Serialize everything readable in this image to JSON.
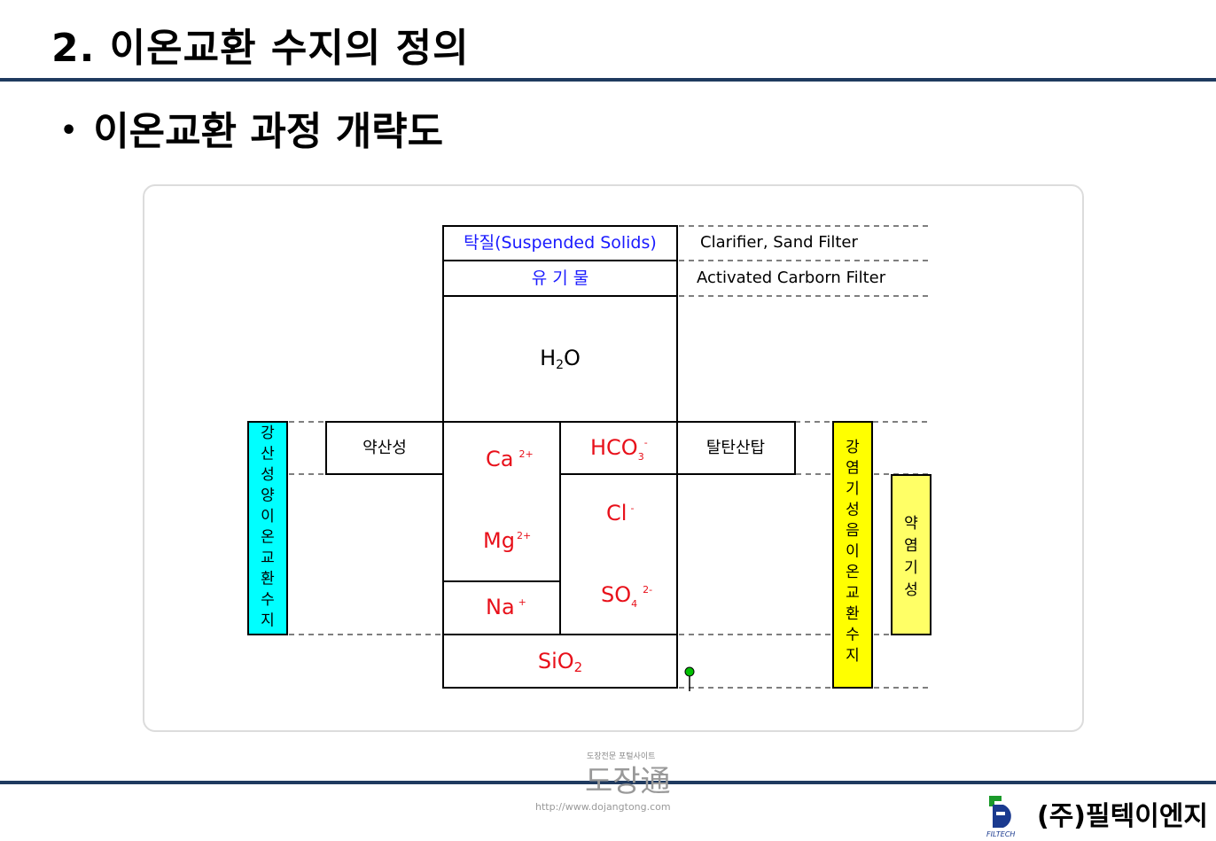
{
  "header": {
    "title": "2. 이온교환 수지의 정의",
    "subtitle": "이온교환 과정 개략도",
    "bullet": "•"
  },
  "diagram": {
    "row_suspended": "탁질(Suspended Solids)",
    "row_organic": "유 기 물",
    "row_water_main": "H",
    "row_water_sub": "2",
    "row_water_tail": "O",
    "ca": "Ca",
    "ca_charge": "2+",
    "mg": "Mg",
    "mg_charge": "2+",
    "na": "Na",
    "na_charge": "+",
    "hco3": "HCO",
    "hco3_sub": "3",
    "hco3_charge": "-",
    "cl": "Cl",
    "cl_charge": "-",
    "so4": "SO",
    "so4_sub": "4",
    "so4_charge": "2-",
    "sio2": "SiO",
    "sio2_sub": "2",
    "weak_acid_box": "약산성",
    "degasser_box": "탈탄산탑",
    "clarifier_label": "Clarifier, Sand Filter",
    "carbon_label": "Activated Carborn Filter",
    "strong_cation_resin": [
      "강",
      "산",
      "성",
      "양",
      "이",
      "온",
      "교",
      "환",
      "수",
      "지"
    ],
    "strong_anion_resin": [
      "강",
      "염",
      "기",
      "성",
      "음",
      "이",
      "온",
      "교",
      "환",
      "수",
      "지"
    ],
    "weak_base_box": [
      "약",
      "염",
      "기",
      "성"
    ]
  },
  "colors": {
    "blue_text": "#1a1aff",
    "red_text": "#e8101a",
    "cyan_box": "#00ffff",
    "yellow_box": "#ffff00",
    "light_yellow_box": "#ffff66",
    "navy_rule": "#1f3a5f",
    "green_marker": "#00c000"
  },
  "footer": {
    "company": "(주)필텍이엔지",
    "logo_caption": "FILTECH",
    "watermark_top": "도장전문 포털사이트",
    "watermark_main": "도장通",
    "watermark_url": "http://www.dojangtong.com"
  }
}
